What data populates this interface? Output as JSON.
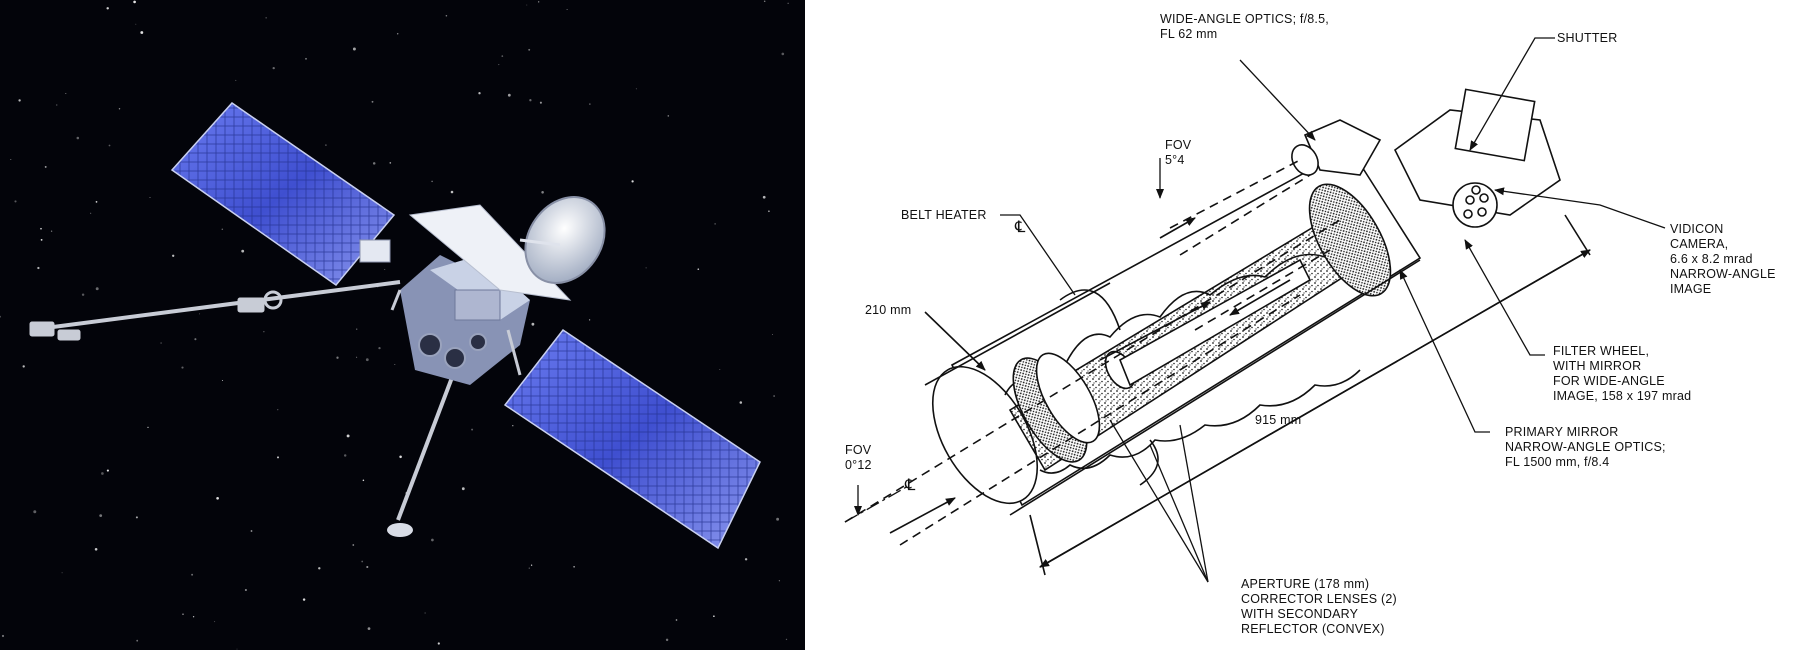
{
  "labels": {
    "wide_angle_optics": [
      "WIDE-ANGLE OPTICS; f/8.5,",
      "FL 62 mm"
    ],
    "shutter": [
      "SHUTTER"
    ],
    "fov_top": [
      "FOV",
      "5°4"
    ],
    "belt_heater": [
      "BELT HEATER"
    ],
    "vidicon": [
      "VIDICON",
      "CAMERA,",
      "6.6 x 8.2 mrad",
      "NARROW-ANGLE",
      "IMAGE"
    ],
    "diameter": [
      "210 mm"
    ],
    "filter_wheel": [
      "FILTER WHEEL,",
      "WITH MIRROR",
      "FOR WIDE-ANGLE",
      "IMAGE, 158 x 197 mrad"
    ],
    "length": [
      "915 mm"
    ],
    "primary_mirror": [
      "PRIMARY MIRROR",
      "NARROW-ANGLE OPTICS;",
      "FL 1500 mm, f/8.4"
    ],
    "fov_bottom": [
      "FOV",
      "0°12"
    ],
    "aperture": [
      "APERTURE (178 mm)",
      "CORRECTOR LENSES (2)",
      "WITH SECONDARY",
      "REFLECTOR (CONVEX)"
    ],
    "centerline_symbol": "℄"
  },
  "colors": {
    "space_background": "#03040a",
    "solar_panel": "#4a5bd8",
    "spacecraft_body": "#c9d2e6",
    "line_art": "#111111"
  },
  "icons": [
    "spacecraft-illustration",
    "telescope-cutaway-drawing"
  ]
}
